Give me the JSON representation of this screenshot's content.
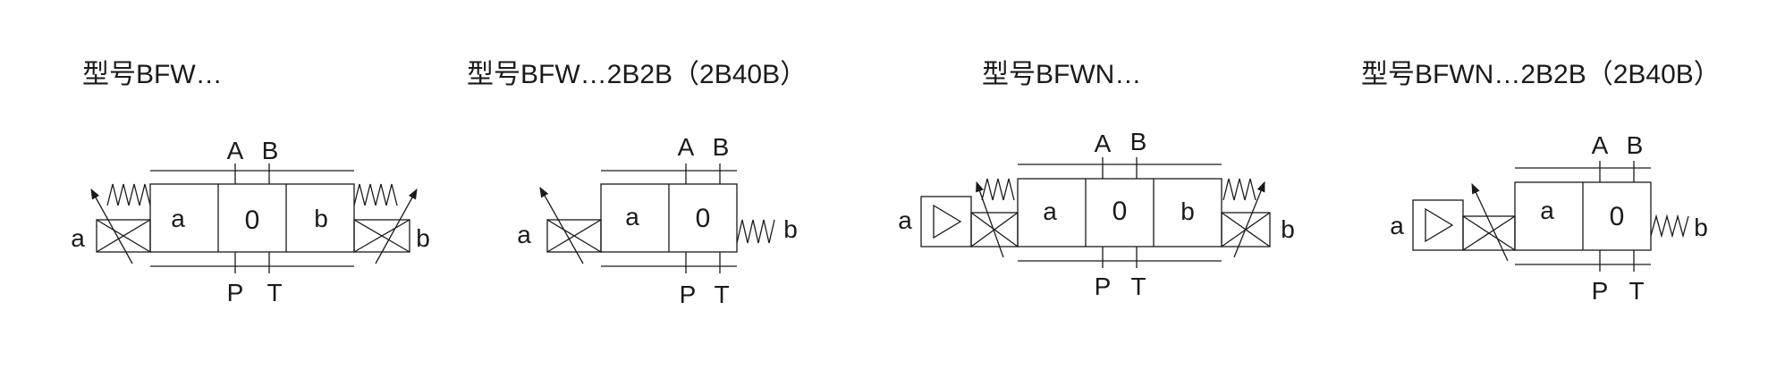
{
  "diagrams": [
    {
      "title": "型号BFW…",
      "ports": {
        "A": "A",
        "B": "B",
        "P": "P",
        "T": "T"
      },
      "positions": [
        "a",
        "0",
        "b"
      ],
      "side_left": "a",
      "side_right": "b"
    },
    {
      "title": "型号BFW…2B2B（2B40B）",
      "ports": {
        "A": "A",
        "B": "B",
        "P": "P",
        "T": "T"
      },
      "positions": [
        "a",
        "0"
      ],
      "side_left": "a",
      "side_right": "b"
    },
    {
      "title": "型号BFWN…",
      "ports": {
        "A": "A",
        "B": "B",
        "P": "P",
        "T": "T"
      },
      "positions": [
        "a",
        "0",
        "b"
      ],
      "side_left": "a",
      "side_right": "b"
    },
    {
      "title": "型号BFWN…2B2B（2B40B）",
      "ports": {
        "A": "A",
        "B": "B",
        "P": "P",
        "T": "T"
      },
      "positions": [
        "a",
        "0"
      ],
      "side_left": "a",
      "side_right": "b"
    }
  ]
}
